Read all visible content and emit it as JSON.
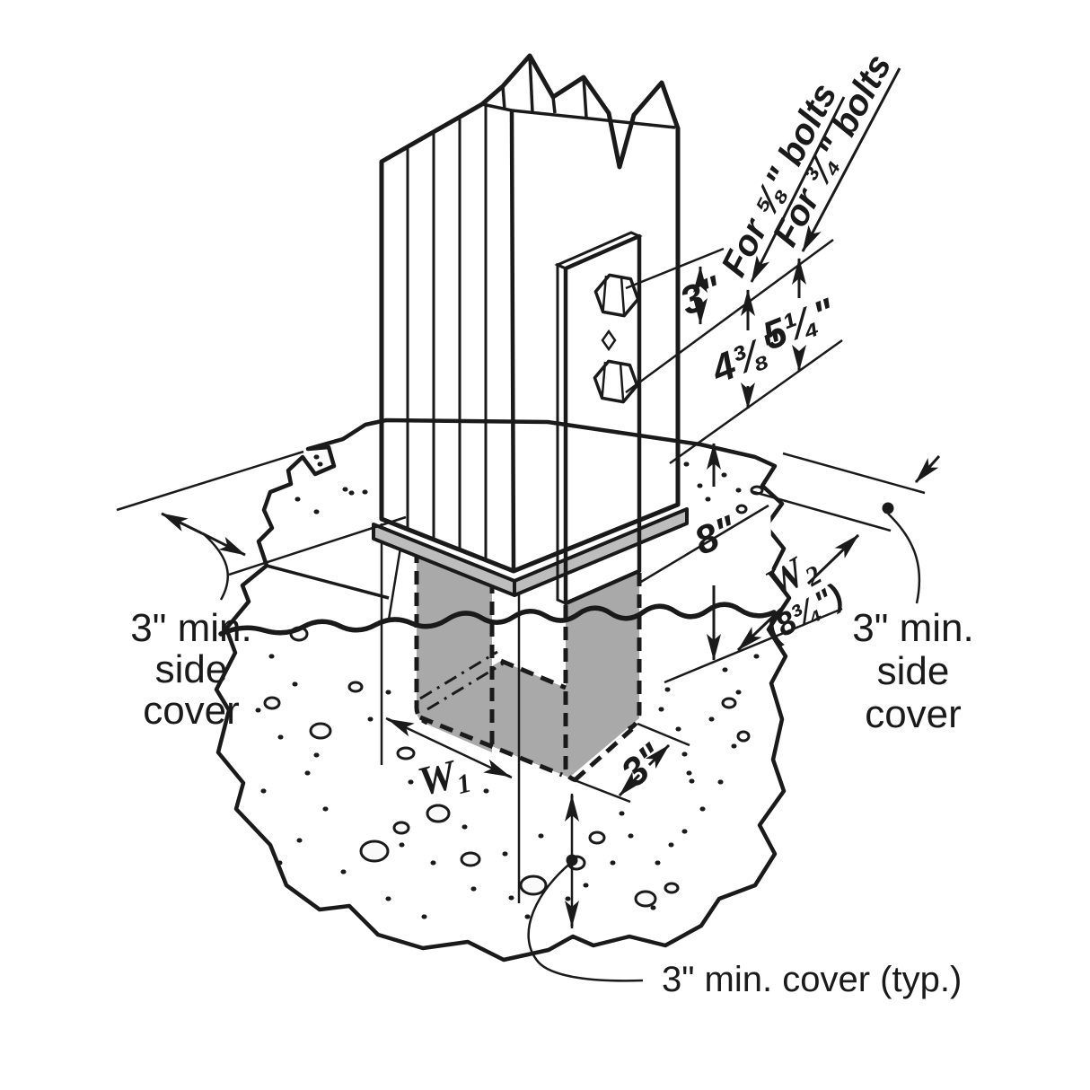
{
  "diagram": {
    "labels": {
      "callout_58_bolts": "For ⅝\" bolts",
      "callout_34_bolts": "For ¾\" bolts",
      "bolt_spacing": "3\"",
      "height_for_58": "4⅜\"",
      "height_for_34": "5¼\"",
      "embed_depth": "8\"",
      "w2_symbol": "W",
      "w2_subscript": "2",
      "w2_value": "(8¾\")",
      "w1_symbol": "W",
      "w1_subscript": "1",
      "strap_width": "3\"",
      "side_cover_left": [
        "3\" min.",
        "side",
        "cover"
      ],
      "side_cover_right": [
        "3\" min.",
        "side",
        "cover"
      ],
      "bottom_cover": "3\" min. cover (typ.)"
    },
    "colors": {
      "wood": "#EFA55C",
      "steel": "#A9A9A9",
      "steel_light": "#D2D2D2",
      "seat": "#BDBDBD",
      "concrete": "#EDEDED",
      "pebble": "#FAFAFA",
      "line": "#1A1A1A"
    }
  }
}
